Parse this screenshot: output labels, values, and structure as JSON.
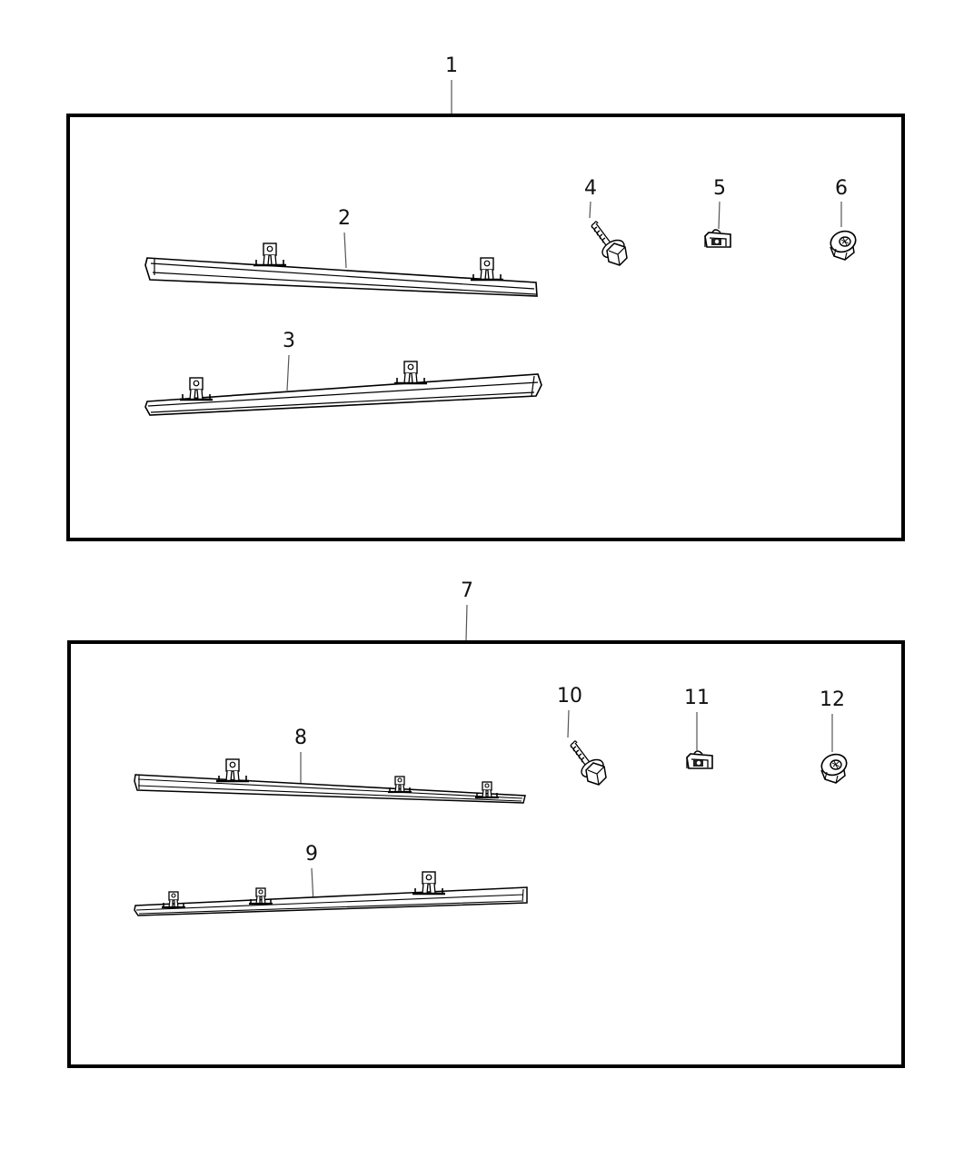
{
  "diagram": {
    "type": "parts-exploded-view",
    "groups": [
      {
        "callout": "1",
        "items": [
          {
            "callout": "2",
            "part": "molding-rail"
          },
          {
            "callout": "3",
            "part": "molding-rail"
          },
          {
            "callout": "4",
            "part": "bolt"
          },
          {
            "callout": "5",
            "part": "clip-nut"
          },
          {
            "callout": "6",
            "part": "flange-nut"
          }
        ]
      },
      {
        "callout": "7",
        "items": [
          {
            "callout": "8",
            "part": "molding-rail"
          },
          {
            "callout": "9",
            "part": "molding-rail"
          },
          {
            "callout": "10",
            "part": "bolt"
          },
          {
            "callout": "11",
            "part": "clip-nut"
          },
          {
            "callout": "12",
            "part": "flange-nut"
          }
        ]
      }
    ]
  },
  "labels": {
    "c1": "1",
    "c2": "2",
    "c3": "3",
    "c4": "4",
    "c5": "5",
    "c6": "6",
    "c7": "7",
    "c8": "8",
    "c9": "9",
    "c10": "10",
    "c11": "11",
    "c12": "12"
  },
  "colors": {
    "line": "#000000",
    "leader": "#555555",
    "background": "#ffffff"
  }
}
